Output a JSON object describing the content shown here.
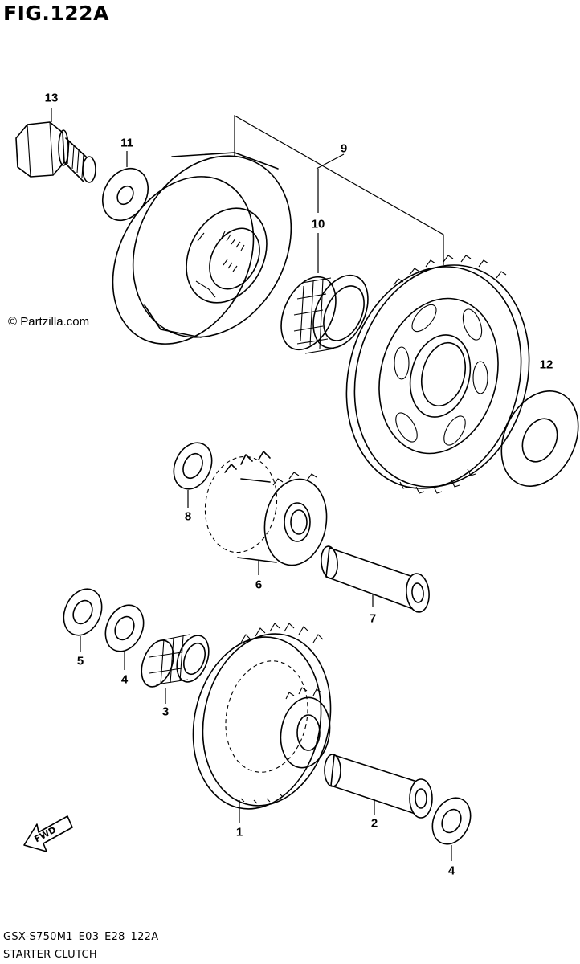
{
  "figure": {
    "title": "FIG.122A",
    "copyright": "© Partzilla.com",
    "footer_code": "GSX-S750M1_E03_E28_122A",
    "footer_name": "STARTER CLUTCH",
    "direction_badge": "FWD"
  },
  "callouts": [
    {
      "id": "1",
      "label": "1"
    },
    {
      "id": "2",
      "label": "2"
    },
    {
      "id": "3",
      "label": "3"
    },
    {
      "id": "4a",
      "label": "4"
    },
    {
      "id": "4b",
      "label": "4"
    },
    {
      "id": "5",
      "label": "5"
    },
    {
      "id": "6",
      "label": "6"
    },
    {
      "id": "7",
      "label": "7"
    },
    {
      "id": "8",
      "label": "8"
    },
    {
      "id": "9",
      "label": "9"
    },
    {
      "id": "10",
      "label": "10"
    },
    {
      "id": "11",
      "label": "11"
    },
    {
      "id": "12",
      "label": "12"
    },
    {
      "id": "13",
      "label": "13"
    }
  ]
}
